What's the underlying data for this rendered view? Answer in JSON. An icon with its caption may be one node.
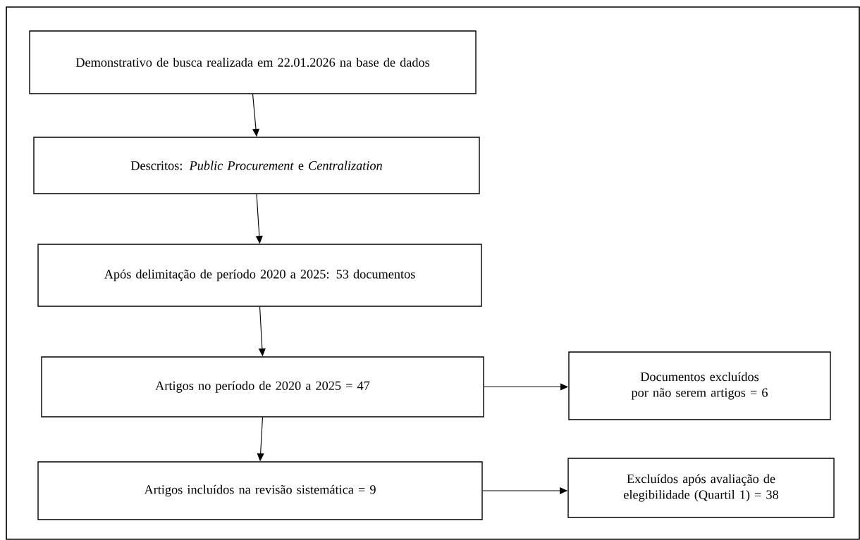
{
  "diagram": {
    "nodes": [
      {
        "text": [
          "Demonstrativo de busca realizada em 22.01.2026 na base de dados"
        ]
      },
      {
        "text": [
          "Descritos: *Public Procurement* e *Centralization*"
        ]
      },
      {
        "text": [
          "Após delimitação de período 2020 a 2025: 53 documentos"
        ]
      },
      {
        "text": [
          "Artigos no período de 2020 a 2025 = 47"
        ]
      },
      {
        "text": [
          "Documentos excluídos por não serem artigos = 6"
        ]
      },
      {
        "text": [
          "Artigos incluídos na revisão sistemática = 9"
        ]
      },
      {
        "text": [
          "Excluídos após avaliação de elegibilidade (Quartil 1) = 38"
        ]
      }
    ],
    "edges": [
      {
        "from": 0,
        "to": 1,
        "arrow": "to"
      },
      {
        "from": 1,
        "to": 2,
        "arrow": "to"
      },
      {
        "from": 2,
        "to": 3,
        "arrow": "to"
      },
      {
        "from": 3,
        "to": 4,
        "arrow": "to"
      },
      {
        "from": 3,
        "to": 5,
        "arrow": "to"
      },
      {
        "from": 5,
        "to": 6,
        "arrow": "to"
      }
    ]
  }
}
